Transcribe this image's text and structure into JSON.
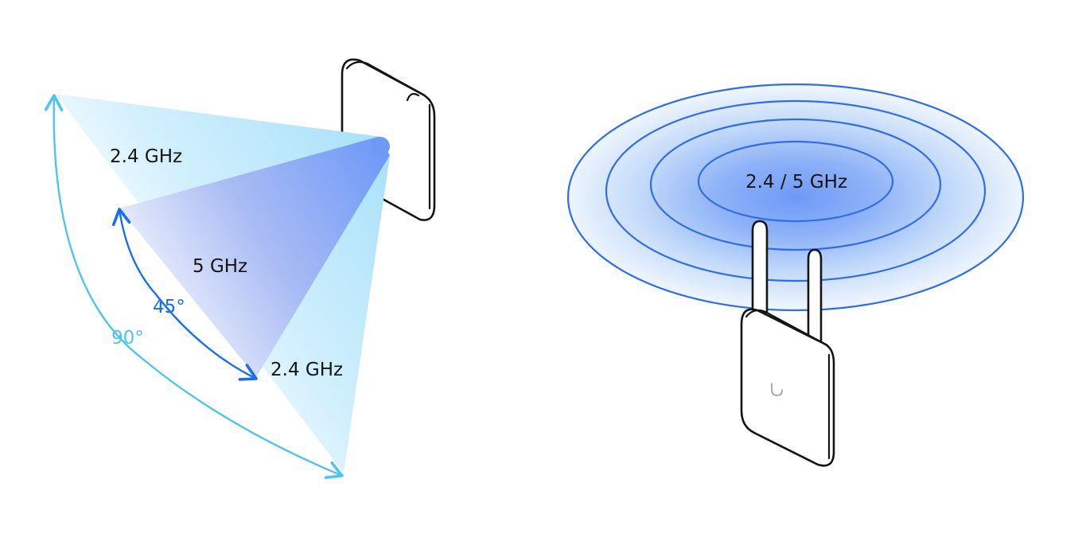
{
  "left_diagram": {
    "band_outer_top": "2.4 GHz",
    "band_inner": "5 GHz",
    "band_outer_bottom": "2.4 GHz",
    "angle_inner": "45°",
    "angle_outer": "90°",
    "colors": {
      "outer_beam": "#b6e6fb",
      "inner_beam": "#6e99f7",
      "inner_arrow": "#1a6ff0",
      "outer_arrow": "#4ec4f2"
    }
  },
  "right_diagram": {
    "band_label": "2.4 / 5 GHz",
    "colors": {
      "ring_stroke": "#2f6ee8",
      "glow_center": "#6e99f7"
    }
  }
}
